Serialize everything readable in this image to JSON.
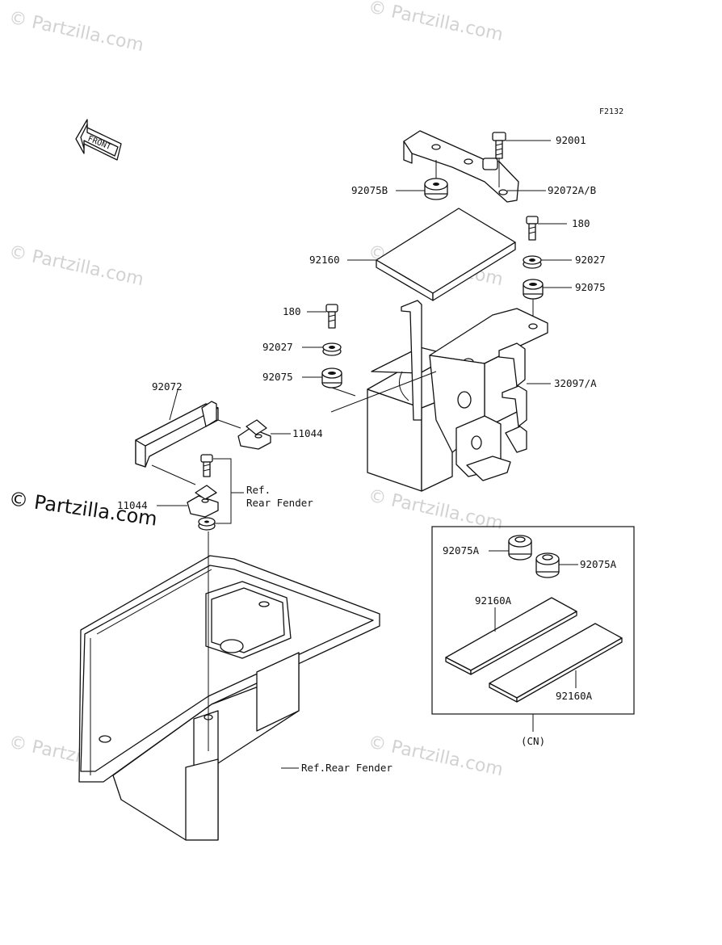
{
  "figure_code": "F2132",
  "front_arrow_label": "FRONT",
  "watermark": "© Partzilla.com",
  "callouts": {
    "c92001": "92001",
    "c92075B": "92075B",
    "c92072AB": "92072A/B",
    "c180_right": "180",
    "c92160": "92160",
    "c92027_right": "92027",
    "c92075_right": "92075",
    "c180_left": "180",
    "c92027_left": "92027",
    "c92075_left": "92075",
    "c32097A": "32097/A",
    "c92072": "92072",
    "c11044_upper": "11044",
    "c11044_lower": "11044",
    "ref_line1": "Ref.",
    "ref_line2": "Rear Fender",
    "ref_rear_fender_bottom": "Ref.Rear Fender",
    "kit_92075A_left": "92075A",
    "kit_92075A_right": "92075A",
    "kit_92160A_top": "92160A",
    "kit_92160A_bottom": "92160A",
    "kit_market": "(CN)"
  }
}
